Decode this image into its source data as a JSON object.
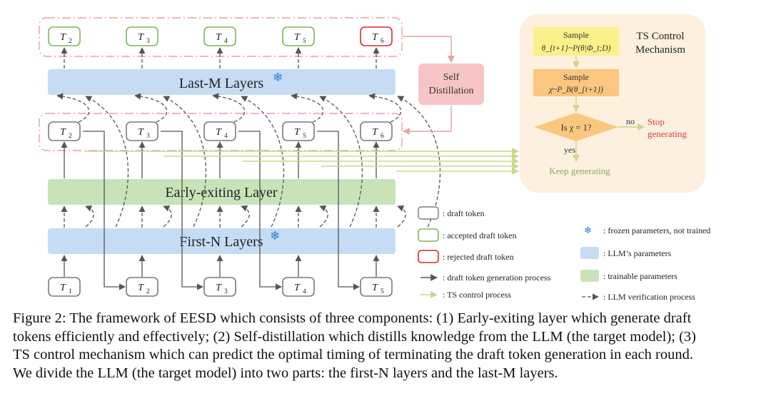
{
  "colors": {
    "llm_blue": "#c5dcf4",
    "trainable_green": "#c9e3b9",
    "accepted": "#7db556",
    "rejected": "#d42b2b",
    "neutral_token": "#7a7a7a",
    "distill_pink": "#f7c5c5",
    "ts_panel": "#fdf0df",
    "ts_yellow": "#fbf08a",
    "ts_orange": "#fbc77e",
    "stop_red": "#d9423a",
    "keep_green": "#7db556",
    "ts_arrow": "#c8d88a"
  },
  "layers": {
    "last_m": "Last-M Layers",
    "early": "Early-exiting Layer",
    "first_n": "First-N Layers",
    "freeze_glyph": "❄"
  },
  "tokens": {
    "top_row": [
      {
        "label": "T",
        "sub": "2",
        "state": "accepted"
      },
      {
        "label": "T",
        "sub": "3",
        "state": "accepted"
      },
      {
        "label": "T",
        "sub": "4",
        "state": "accepted"
      },
      {
        "label": "T",
        "sub": "5",
        "state": "accepted"
      },
      {
        "label": "T",
        "sub": "6",
        "state": "rejected"
      }
    ],
    "middle_row": [
      {
        "label": "T",
        "sub": "2"
      },
      {
        "label": "T",
        "sub": "3"
      },
      {
        "label": "T",
        "sub": "4"
      },
      {
        "label": "T",
        "sub": "5"
      },
      {
        "label": "T",
        "sub": "6"
      }
    ],
    "bottom_row": [
      {
        "label": "T",
        "sub": "1"
      },
      {
        "label": "T",
        "sub": "2"
      },
      {
        "label": "T",
        "sub": "3"
      },
      {
        "label": "T",
        "sub": "4"
      },
      {
        "label": "T",
        "sub": "5"
      }
    ]
  },
  "self_distillation": {
    "line1": "Self",
    "line2": "Distillation"
  },
  "ts_control": {
    "title_line1": "TS Control",
    "title_line2": "Mechanism",
    "sample1_title": "Sample",
    "sample1_formula": "θ_{t+1}~P(θ|Φ_t;D)",
    "sample2_title": "Sample",
    "sample2_formula": "χ~P_B(θ_{t+1})",
    "decision": "Is χ = 1?",
    "no_label": "no",
    "yes_label": "yes",
    "stop_line1": "Stop",
    "stop_line2": "generating",
    "keep": "Keep generating"
  },
  "legend": {
    "draft_token": ": draft token",
    "accepted": ": accepted draft token",
    "rejected": ": rejected draft token",
    "generation": ": draft token generation process",
    "ts_process": ": TS control process",
    "frozen": ": frozen parameters, not trained",
    "llm_params": ": LLM’s parameters",
    "trainable": ": trainable parameters",
    "verification": ": LLM verification process"
  },
  "caption": [
    "Figure 2: The framework of EESD which consists of three components: (1) Early-exiting layer which generate draft",
    "tokens efficiently and effectively; (2) Self-distillation which distills knowledge from the LLM (the target model); (3)",
    "TS control mechanism which can predict the optimal timing of terminating the draft token generation in each round.",
    "We divide the LLM (the target model) into two parts: the first-N layers and the last-M layers."
  ]
}
